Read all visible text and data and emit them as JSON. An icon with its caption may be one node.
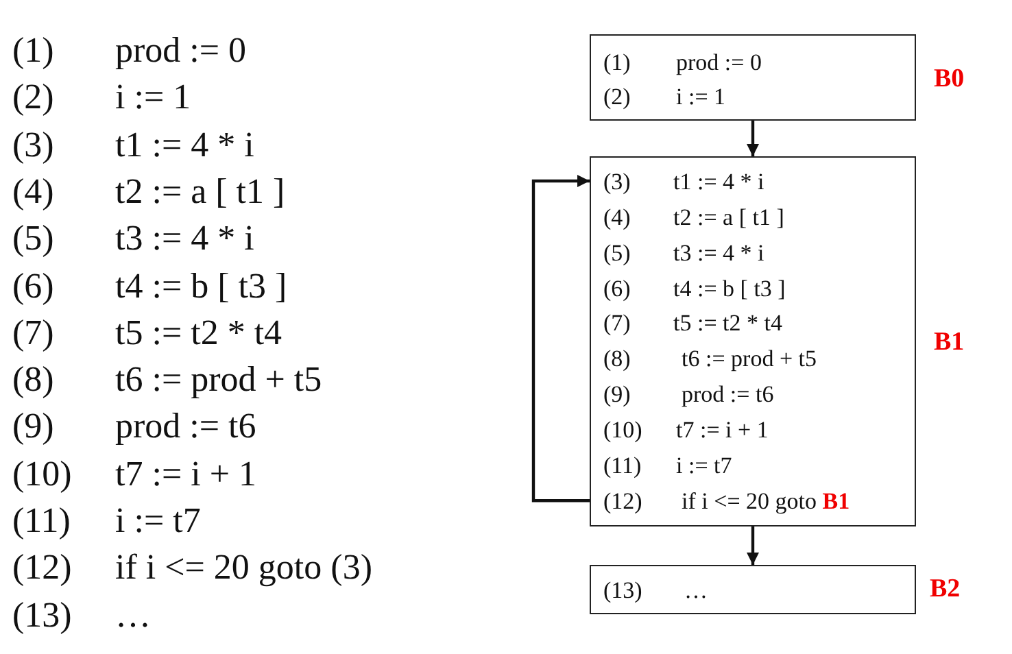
{
  "diagram": {
    "nodes": [
      {
        "text": [
          "(1)",
          "prod := 0",
          "(2)",
          "i := 1"
        ],
        "beside": [
          "B0"
        ]
      },
      {
        "text": [
          "(3)",
          "t1 := 4 * i",
          "(4)",
          "t2 := a [ t1 ]",
          "(5)",
          "t3 := 4 * i",
          "(6)",
          "t4 := b [ t3 ]",
          "(7)",
          "t5 := t2 * t4",
          "(8)",
          "t6 := prod + t5",
          "(9)",
          "prod := t6",
          "(10)",
          "t7 := i + 1",
          "(11)",
          "i := t7",
          "(12)",
          "if i <= 20 goto **B1**"
        ],
        "beside": [
          "B1"
        ]
      },
      {
        "text": [
          "(13)",
          "…"
        ],
        "beside": [
          "B2"
        ]
      }
    ],
    "edges": [
      {
        "from": 0,
        "to": 1,
        "arrow": "to"
      },
      {
        "from": 1,
        "to": 1,
        "arrow": "to"
      },
      {
        "from": 1,
        "to": 2,
        "arrow": "to"
      }
    ],
    "labels": [
      "(1)",
      "prod := 0",
      "(2)",
      "i := 1",
      "(3)",
      "t1 := 4 * i",
      "(4)",
      "t2 := a [ t1 ]",
      "(5)",
      "t3 := 4 * i",
      "(6)",
      "t4 := b [ t3 ]",
      "(7)",
      "t5 := t2 * t4",
      "(8)",
      "t6 := prod + t5",
      "(9)",
      "prod := t6",
      "(10)",
      "t7 := i + 1",
      "(11)",
      "i := t7",
      "(12)",
      "if i <= 20 goto (3)",
      "(13)",
      "…"
    ]
  }
}
